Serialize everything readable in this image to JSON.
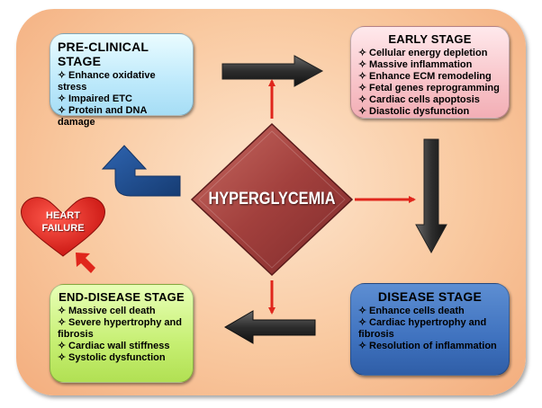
{
  "center": {
    "label": "HYPERGLYCEMIA"
  },
  "heart": {
    "line1": "HEART",
    "line2": "FAILURE"
  },
  "stages": {
    "preclinical": {
      "title": "PRE-CLINICAL STAGE",
      "items": [
        "Enhance oxidative stress",
        "Impaired ETC",
        "Protein and DNA damage"
      ]
    },
    "early": {
      "title": "EARLY STAGE",
      "items": [
        "Cellular energy depletion",
        "Massive inflammation",
        "Enhance ECM remodeling",
        "Fetal genes reprogramming",
        "Cardiac cells apoptosis",
        "Diastolic dysfunction"
      ]
    },
    "disease": {
      "title": "DISEASE STAGE",
      "items": [
        "Enhance cells death",
        "Cardiac hypertrophy and fibrosis",
        "Resolution of inflammation"
      ]
    },
    "enddisease": {
      "title": "END-DISEASE STAGE",
      "items": [
        "Massive cell death",
        "Severe hypertrophy and fibrosis",
        "Cardiac wall stiffness",
        "Systolic dysfunction"
      ]
    }
  },
  "bullet_glyph": "✧",
  "colors": {
    "background_panel": "#f9c9a0",
    "preclinical_box": "#bde9fb",
    "early_box": "#f8c4c9",
    "disease_box": "#3f72bf",
    "enddisease_box": "#c6ef72",
    "diamond": "#9e3b3b",
    "red_arrow": "#e0261c",
    "heart": "#e8201a",
    "blue_arrow": "#1f4f8f"
  }
}
